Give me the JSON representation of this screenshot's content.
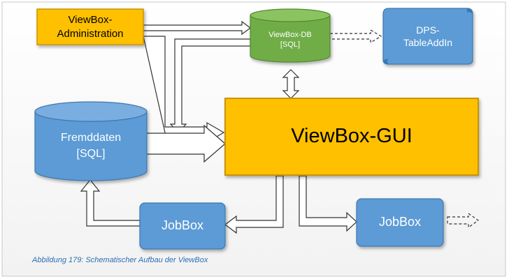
{
  "nodes": {
    "admin": {
      "label": "ViewBox-\nAdministration"
    },
    "viewbox_db": {
      "label": "ViewBox-DB\n[SQL]"
    },
    "dps": {
      "label": "DPS-\nTableAddIn"
    },
    "fremddaten": {
      "label": "Fremddaten\n[SQL]"
    },
    "gui": {
      "label": "ViewBox-GUI"
    },
    "jobbox_left": {
      "label": "JobBox"
    },
    "jobbox_right": {
      "label": "JobBox"
    }
  },
  "caption": "Abbildung 179: Schematischer Aufbau der ViewBox",
  "colors": {
    "yellow_fill": "#ffc000",
    "yellow_border": "#c89400",
    "green_fill": "#70ad47",
    "green_dark": "#4f8a2f",
    "blue_fill": "#5b9bd5",
    "blue_dark": "#3d78b0",
    "caption": "#2e6db4"
  }
}
